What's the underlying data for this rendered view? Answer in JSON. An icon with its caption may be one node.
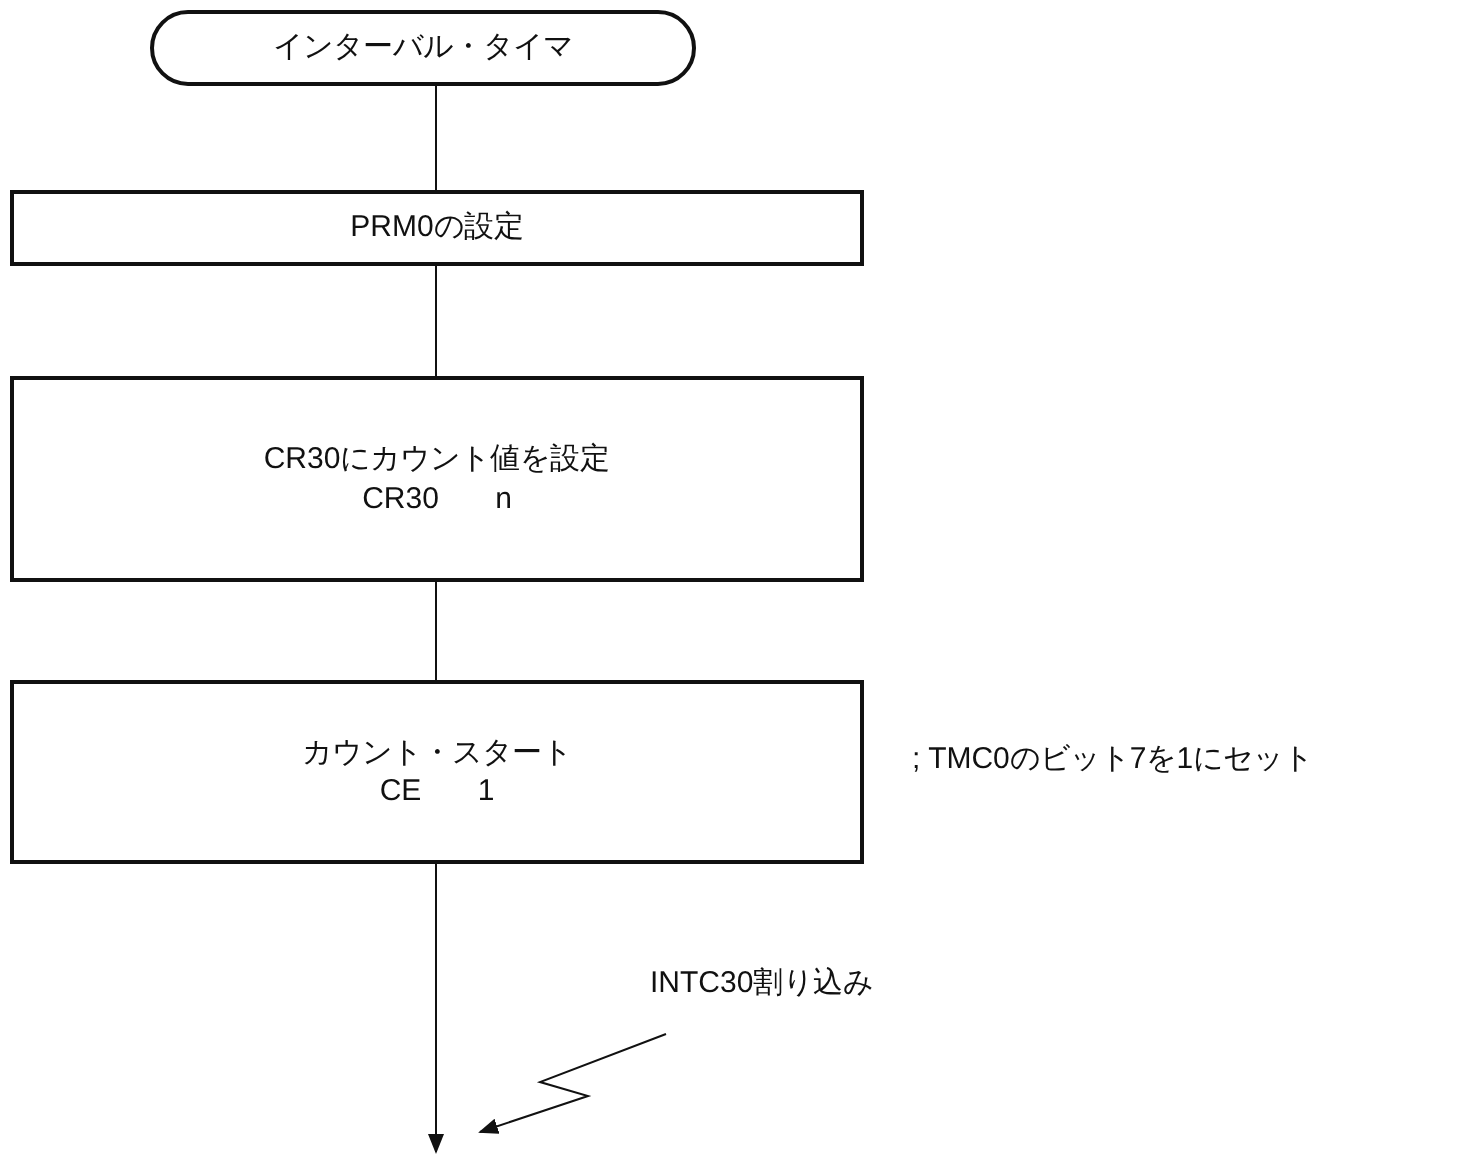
{
  "diagram": {
    "nodes": [
      {
        "text": [
          "インターバル・タイマ"
        ]
      },
      {
        "text": [
          "PRM0の設定"
        ]
      },
      {
        "text": [
          "CR30にカウント値を設定",
          "CR30 n"
        ]
      },
      {
        "text": [
          "カウント・スタート",
          "CE 1"
        ],
        "beside": [
          "; TMC0のビット7を1にセット"
        ]
      },
      {
        "text": [
          "INTC30割り込み"
        ]
      }
    ],
    "edges": [
      {
        "from": 0,
        "to": 1,
        "arrow": "none"
      },
      {
        "from": 1,
        "to": 2,
        "arrow": "none"
      },
      {
        "from": 2,
        "to": 3,
        "arrow": "none"
      },
      {
        "from": 3,
        "to": null,
        "arrow": "to"
      },
      {
        "from": 4,
        "to": null,
        "arrow": "to"
      }
    ]
  }
}
